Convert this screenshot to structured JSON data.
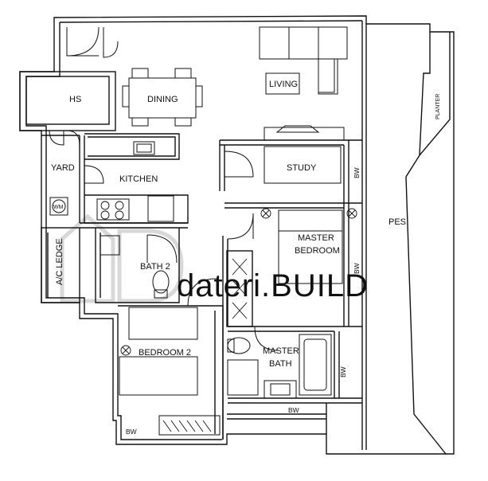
{
  "plan": {
    "rooms": {
      "hs": "HS",
      "dining": "DINING",
      "living": "LIVING",
      "planter": "PLANTER",
      "yard": "YARD",
      "kitchen": "KITCHEN",
      "study": "STUDY",
      "pes": "PES",
      "ac_ledge": "A/C LEDGE",
      "bath2": "BATH 2",
      "master_bedroom_1": "MASTER",
      "master_bedroom_2": "BEDROOM",
      "bedroom2": "BEDROOM 2",
      "master_bath_1": "MASTER",
      "master_bath_2": "BATH"
    },
    "fixtures": {
      "washer": "WM"
    },
    "bay_windows": {
      "study": "BW",
      "master_bedroom": "BW",
      "master_bath_side": "BW",
      "master_bath_bottom": "BW",
      "bedroom2": "BW"
    },
    "watermark": "dateri.BUILD"
  },
  "colors": {
    "line": "#111111",
    "watermark": "#d8d8d8"
  }
}
